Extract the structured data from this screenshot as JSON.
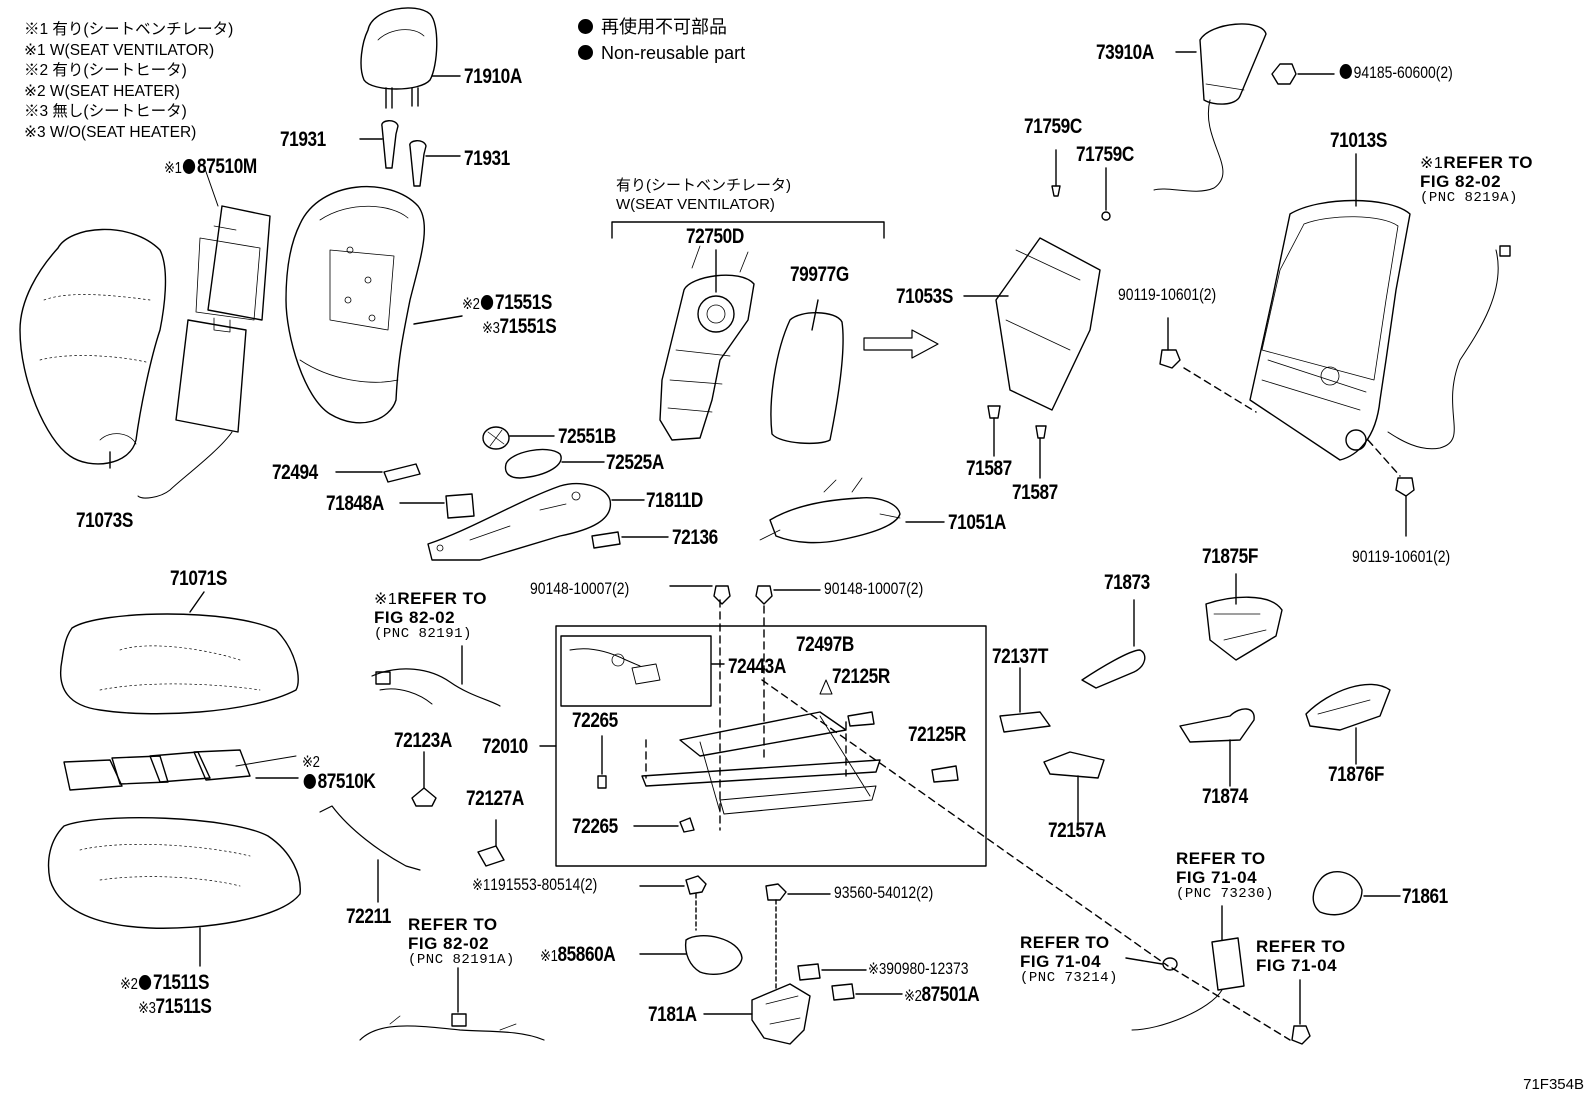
{
  "legend": {
    "lines": [
      "※1 有り(シートベンチレータ)",
      "※1 W(SEAT VENTILATOR)",
      "※2 有り(シートヒータ)",
      "※2 W(SEAT HEATER)",
      "※3 無し(シートヒータ)",
      "※3 W/O(SEAT HEATER)"
    ]
  },
  "non_reusable": {
    "jp": "再使用不可部品",
    "en": "Non-reusable part"
  },
  "ventilator_group": {
    "jp": "有り(シートベンチレータ)",
    "en": "W(SEAT VENTILATOR)"
  },
  "figure_id": "71F354B",
  "symbols": {
    "s1": "※1",
    "s2": "※2",
    "s3": "※3"
  },
  "parts": {
    "p71910A": "71910A",
    "p71931a": "71931",
    "p71931b": "71931",
    "p87510M": "87510M",
    "p71551S_2": "71551S",
    "p71551S_3": "71551S",
    "p71073S": "71073S",
    "p72750D": "72750D",
    "p79977G": "79977G",
    "p72551B": "72551B",
    "p72525A": "72525A",
    "p72494": "72494",
    "p71848A": "71848A",
    "p71811D": "71811D",
    "p72136": "72136",
    "p71051A": "71051A",
    "p71759Ca": "71759C",
    "p71759Cb": "71759C",
    "p71053S": "71053S",
    "p71587a": "71587",
    "p71587b": "71587",
    "p73910A": "73910A",
    "p94185": "94185-60600(2)",
    "p71013S": "71013S",
    "p90119a": "90119-10601(2)",
    "p90119b": "90119-10601(2)",
    "p71071S": "71071S",
    "p87510K": "87510K",
    "p71511S_2": "71511S",
    "p71511S_3": "71511S",
    "p72123A": "72123A",
    "p72211": "72211",
    "p90148a": "90148-10007(2)",
    "p90148b": "90148-10007(2)",
    "p72443A": "72443A",
    "p72497B": "72497B",
    "p72125Ra": "72125R",
    "p72125Rb": "72125R",
    "p72265a": "72265",
    "p72265b": "72265",
    "p72010": "72010",
    "p72127A": "72127A",
    "p191553": "191553-80514(2)",
    "p93560": "93560-54012(2)",
    "p85860A": "85860A",
    "p90980": "90980-12373",
    "p87501A": "87501A",
    "p7181A": "7181A",
    "p72137T": "72137T",
    "p72157A": "72157A",
    "p71873": "71873",
    "p71875F": "71875F",
    "p71874": "71874",
    "p71876F": "71876F",
    "p71861": "71861"
  },
  "refs": {
    "r1": {
      "line1": "REFER TO",
      "line2": "FIG 82-02",
      "pnc": "(PNC 8219A)"
    },
    "r2": {
      "line1": "REFER TO",
      "line2": "FIG 82-02",
      "pnc": "(PNC 82191)"
    },
    "r3": {
      "line1": "REFER TO",
      "line2": "FIG 82-02",
      "pnc": "(PNC 82191A)"
    },
    "r4": {
      "line1": "REFER TO",
      "line2": "FIG 71-04",
      "pnc": "(PNC 73214)"
    },
    "r5": {
      "line1": "REFER TO",
      "line2": "FIG 71-04",
      "pnc": "(PNC 73230)"
    },
    "r6": {
      "line1": "REFER TO",
      "line2": "FIG 71-04"
    }
  }
}
